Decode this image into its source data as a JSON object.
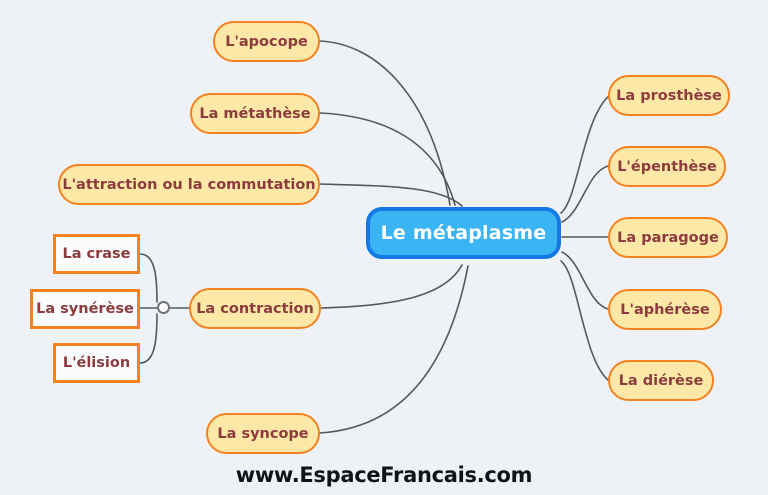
{
  "diagram": {
    "title_node": "Le métaplasme",
    "footer": "www.EspaceFrancais.com",
    "colors": {
      "background": "#eef2f6",
      "central_fill": "#3bb4f4",
      "central_border": "#1479e3",
      "central_text": "#ffffff",
      "branch_fill": "#fde8a8",
      "branch_border": "#f58220",
      "branch_text": "#8c3c3c",
      "leaf_fill": "#fafbfc",
      "leaf_border": "#f58220",
      "edge": "#55595e",
      "footer_text": "#101418"
    },
    "branches_left": [
      {
        "label": "L'apocope"
      },
      {
        "label": "La métathèse"
      },
      {
        "label": "L'attraction ou la commutation"
      },
      {
        "label": "La contraction"
      },
      {
        "label": "La syncope"
      }
    ],
    "branches_right": [
      {
        "label": "La prosthèse"
      },
      {
        "label": "L'épenthèse"
      },
      {
        "label": "La paragoge"
      },
      {
        "label": "L'aphérèse"
      },
      {
        "label": "La diérèse"
      }
    ],
    "contraction_children": [
      {
        "label": "La crase"
      },
      {
        "label": "La synérèse"
      },
      {
        "label": "L'élision"
      }
    ]
  }
}
